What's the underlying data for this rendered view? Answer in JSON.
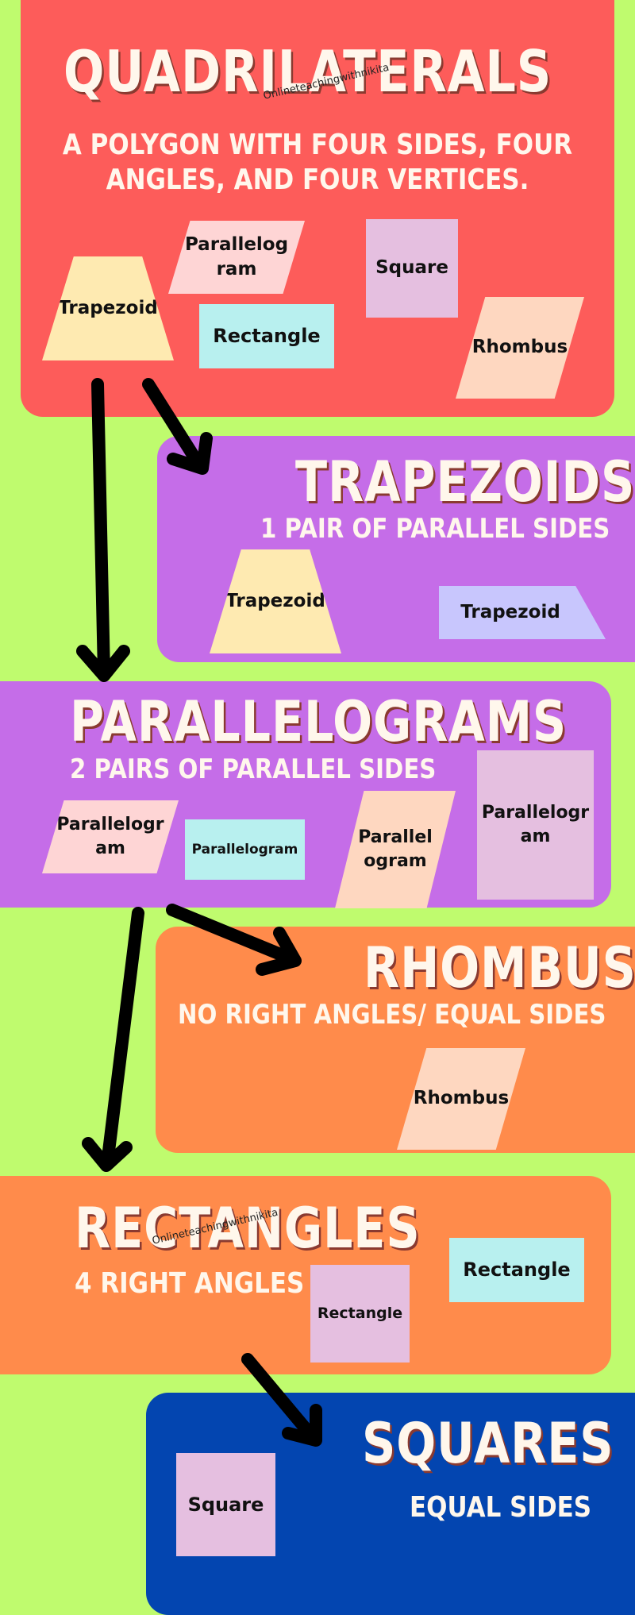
{
  "colors": {
    "background": "#bffb6e",
    "red_panel": "#fd5c5a",
    "purple_panel": "#c56de8",
    "orange_panel": "#ff8b4b",
    "blue_panel": "#0345b0",
    "arrow": "#000000"
  },
  "watermark": "Onlineteachingwithnikita",
  "quadrilaterals": {
    "title": "QUADRILATERALS",
    "subtitle_line1": "A POLYGON WITH FOUR SIDES, FOUR",
    "subtitle_line2": "ANGLES, AND FOUR VERTICES.",
    "shapes": {
      "trapezoid": "Trapezoid",
      "parallelogram": "Parallelog ram",
      "rectangle": "Rectangle",
      "square": "Square",
      "rhombus": "Rhombus"
    }
  },
  "trapezoids": {
    "title": "TRAPEZOIDS",
    "subtitle": "1 PAIR OF PARALLEL SIDES",
    "shapes": {
      "trapezoid_1": "Trapezoid",
      "trapezoid_2": "Trapezoid"
    }
  },
  "parallelograms": {
    "title": "PARALLELOGRAMS",
    "subtitle": "2 PAIRS OF PARALLEL SIDES",
    "shapes": {
      "p1": "Parallelogr am",
      "p2": "Parallelogram",
      "p3": "Parallel ogram",
      "p4": "Parallelogr am"
    }
  },
  "rhombus": {
    "title": "RHOMBUS",
    "subtitle": "NO RIGHT ANGLES/ EQUAL SIDES",
    "shapes": {
      "r1": "Rhombus"
    }
  },
  "rectangles": {
    "title": "RECTANGLES",
    "subtitle": "4 RIGHT ANGLES",
    "shapes": {
      "r1": "Rectangle",
      "r2": "Rectangle"
    }
  },
  "squares": {
    "title": "SQUARES",
    "subtitle": "EQUAL SIDES",
    "shapes": {
      "s1": "Square"
    }
  }
}
